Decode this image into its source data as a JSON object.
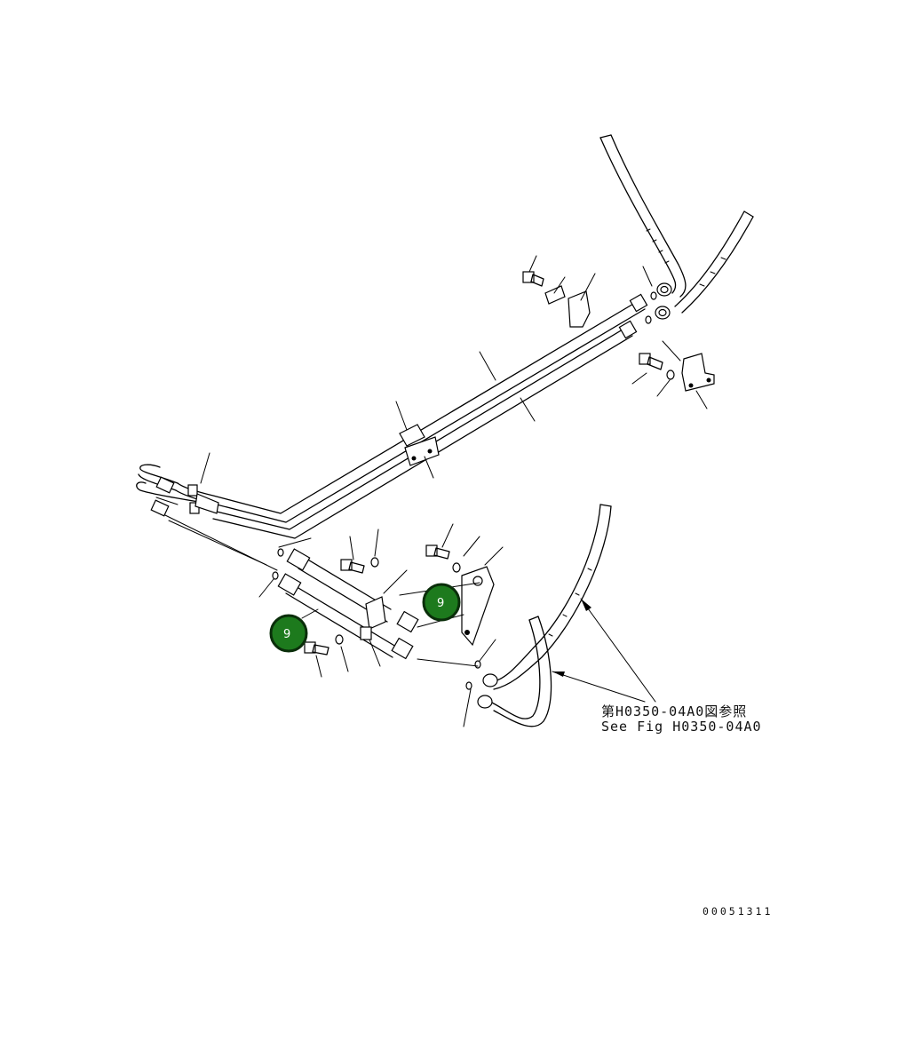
{
  "diagram": {
    "reference_note": {
      "line_jp": "第H0350-04A0図参照",
      "line_en": "See Fig H0350-04A0"
    },
    "drawing_code": "00051311",
    "callouts": [
      {
        "label": "9",
        "color": "#1d7a1d"
      },
      {
        "label": "9",
        "color": "#1d7a1d"
      }
    ]
  }
}
